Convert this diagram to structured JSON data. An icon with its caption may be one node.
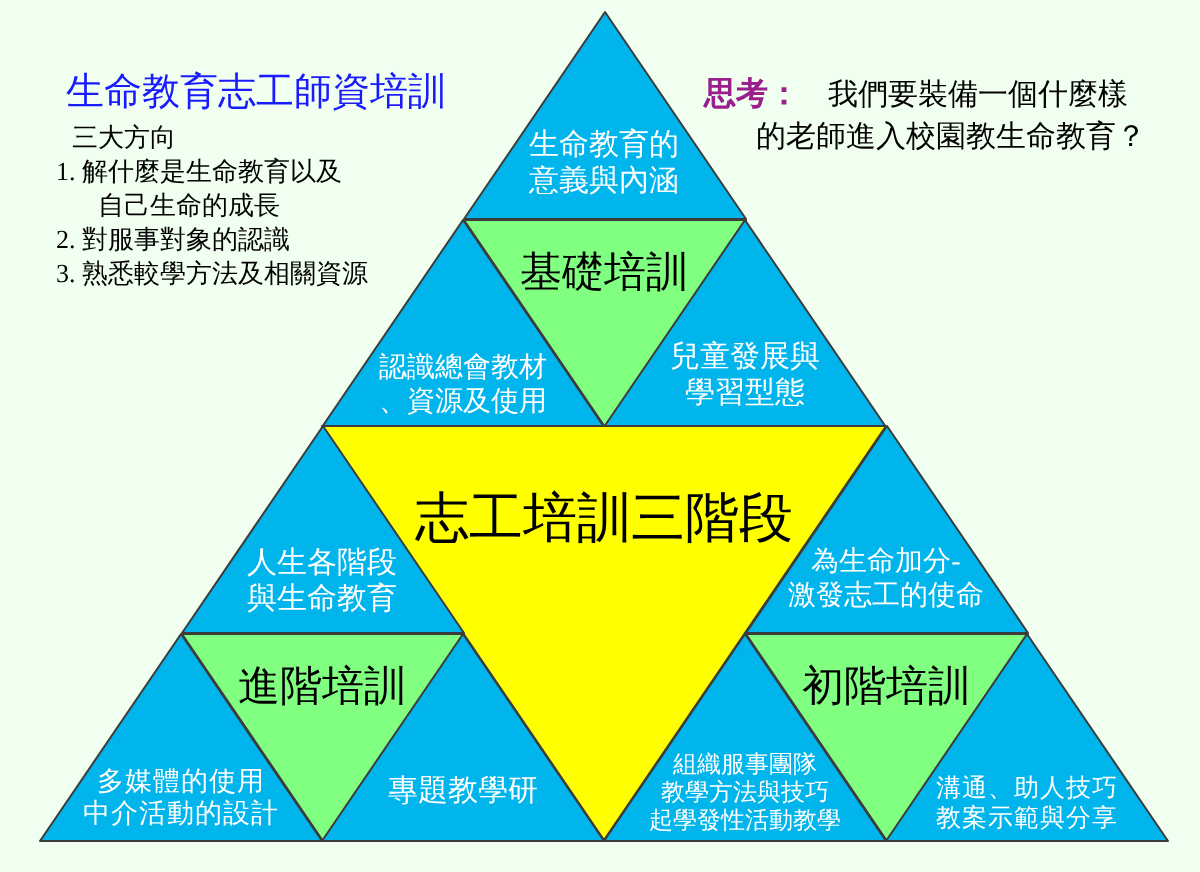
{
  "diagram": {
    "title": "生命教育志工師資培訓",
    "nodes": [
      {
        "text": [
          "生命教育的意義與內涵"
        ]
      },
      {
        "text": [
          "基礎培訓"
        ]
      },
      {
        "text": [
          "認識總會教材、資源及使用"
        ]
      },
      {
        "text": [
          "兒童發展與學習型態"
        ]
      },
      {
        "text": [
          "志工培訓三階段"
        ]
      },
      {
        "text": [
          "人生各階段與生命教育"
        ]
      },
      {
        "text": [
          "為生命加分-激發志工的使命"
        ]
      },
      {
        "text": [
          "進階培訓"
        ]
      },
      {
        "text": [
          "初階培訓"
        ]
      },
      {
        "text": [
          "多媒體的使用",
          "中介活動的設計"
        ]
      },
      {
        "text": [
          "專題教學研"
        ]
      },
      {
        "text": [
          "組織服事團隊",
          "教學方法與技巧",
          "起學發性活動教學"
        ]
      },
      {
        "text": [
          "溝通、助人技巧",
          "教案示範與分享"
        ]
      }
    ],
    "labels": [
      "三大方向",
      "1. 解什麼是生命教育以及自己生命的成長",
      "2. 對服事對象的認識",
      "3. 熟悉較學方法及相關資源",
      "**思考：**我們要裝備一個什麼樣的老師進入校園教生命教育？"
    ]
  }
}
